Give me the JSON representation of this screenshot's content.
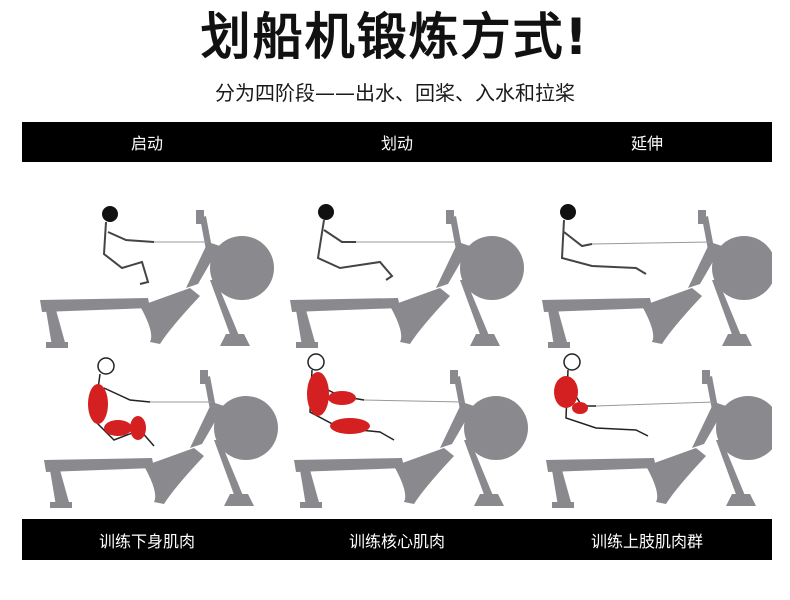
{
  "title": "划船机锻炼方式!",
  "subtitle": "分为四阶段——出水、回桨、入水和拉桨",
  "phases": [
    "启动",
    "划动",
    "延伸"
  ],
  "muscles": [
    "训练下身肌肉",
    "训练核心肌肉",
    "训练上肢肌肉群"
  ],
  "colors": {
    "bar": "#000000",
    "machine": "#8a8a8e",
    "muscle": "#d42020",
    "outline": "#222222"
  }
}
